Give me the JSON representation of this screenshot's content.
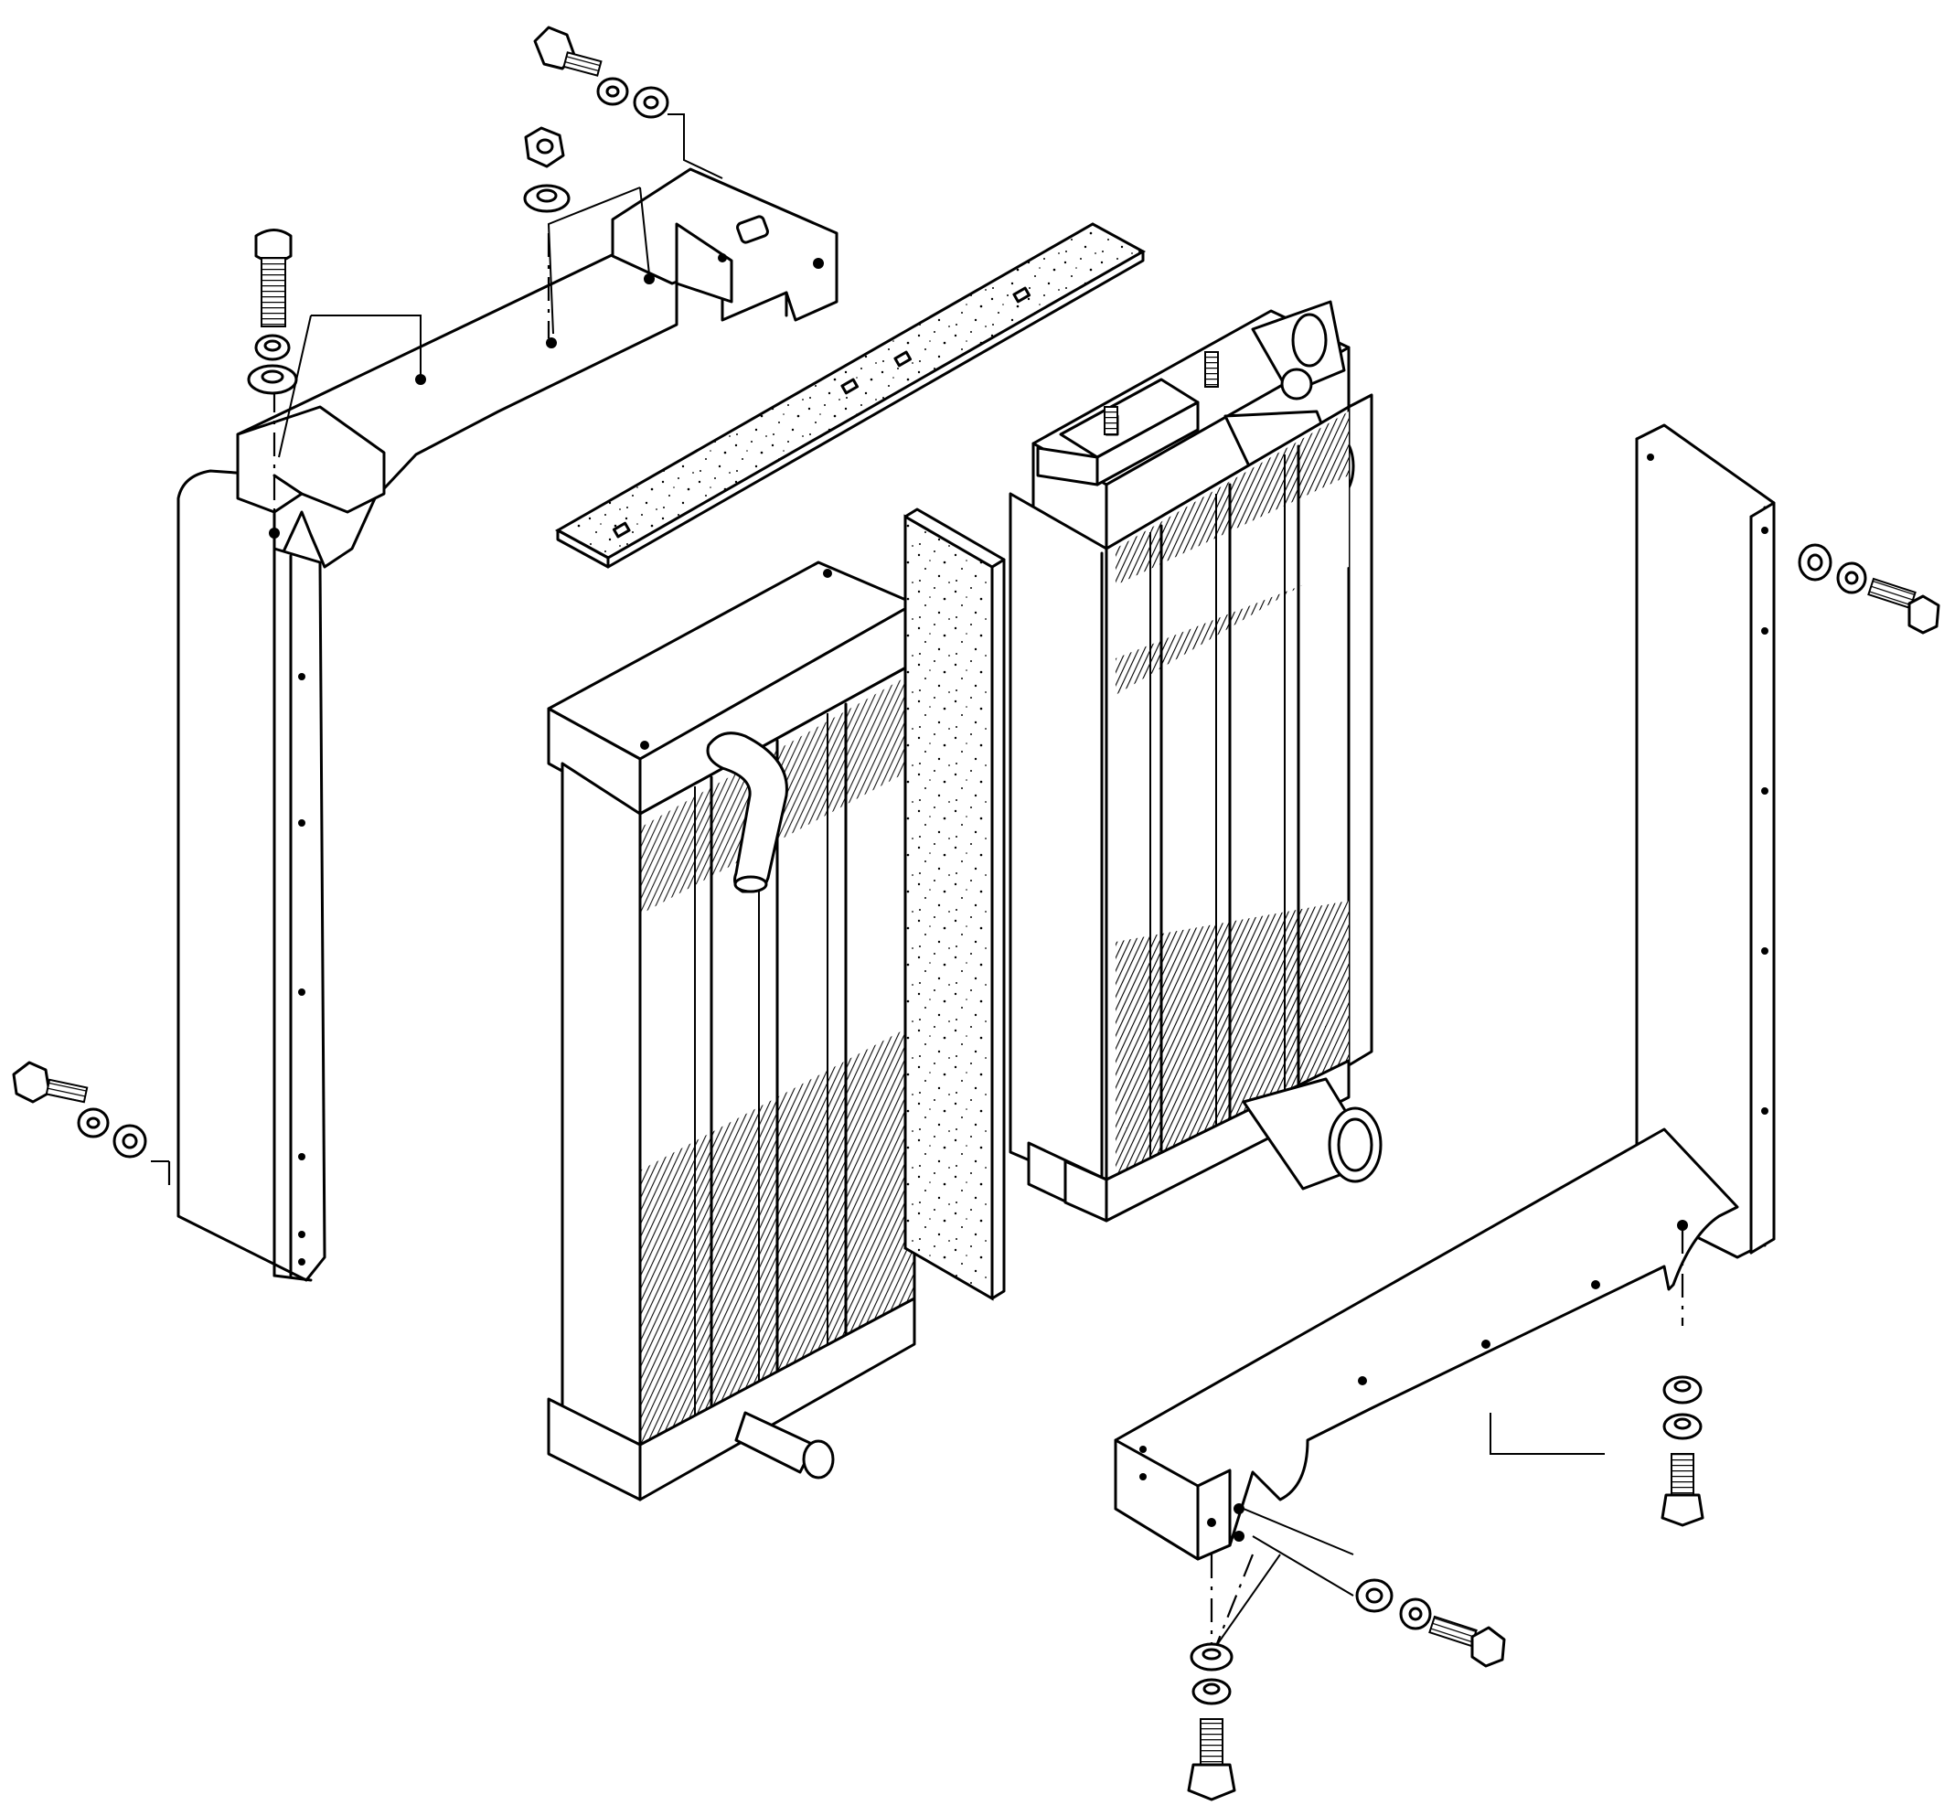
{
  "diagram": {
    "kind": "exploded-parts-view",
    "colors": {
      "line": "#000000",
      "background": "#ffffff"
    },
    "parts": [
      "upper-side-bracket",
      "top-seal-strip",
      "front-radiator-core",
      "foam-seal-pad",
      "rear-radiator-core",
      "lower-side-bracket",
      "hex-bolt",
      "flat-washer",
      "lock-washer",
      "hex-nut"
    ]
  }
}
